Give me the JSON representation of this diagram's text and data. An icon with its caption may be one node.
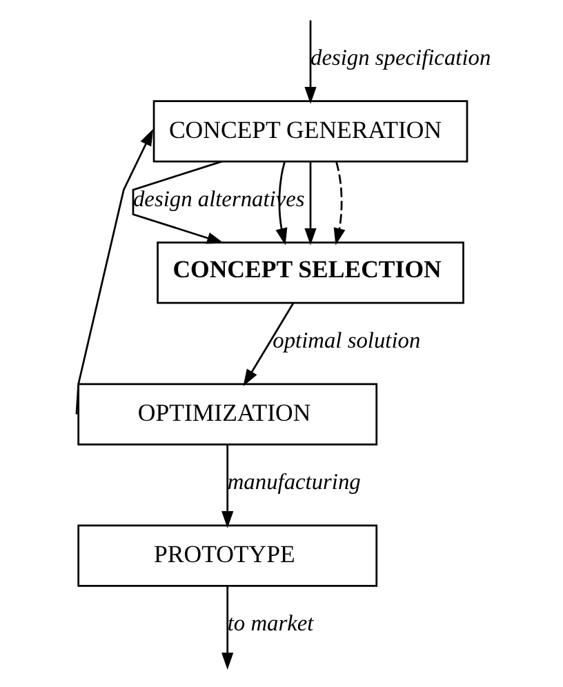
{
  "diagram": {
    "nodes": [
      {
        "text": [
          "CONCEPT GENERATION"
        ]
      },
      {
        "text": [
          "CONCEPT SELECTION"
        ]
      },
      {
        "text": [
          "OPTIMIZATION"
        ]
      },
      {
        "text": [
          "PROTOTYPE"
        ]
      }
    ],
    "edges": [
      {
        "from": null,
        "to": 0,
        "arrow": "to",
        "label": "design specification"
      },
      {
        "from": 0,
        "to": 1,
        "arrow": "to"
      },
      {
        "from": 0,
        "to": 1,
        "arrow": "to"
      },
      {
        "from": 0,
        "to": 1,
        "arrow": "to",
        "style": "dashed"
      },
      {
        "from": 0,
        "to": 1,
        "arrow": "to",
        "label": "design alternatives"
      },
      {
        "from": 1,
        "to": 2,
        "arrow": "to",
        "label": "optimal solution"
      },
      {
        "from": 2,
        "to": 0,
        "arrow": "to"
      },
      {
        "from": 2,
        "to": 3,
        "arrow": "to",
        "label": "manufacturing"
      },
      {
        "from": 3,
        "to": null,
        "arrow": "to",
        "label": "to market"
      }
    ]
  }
}
